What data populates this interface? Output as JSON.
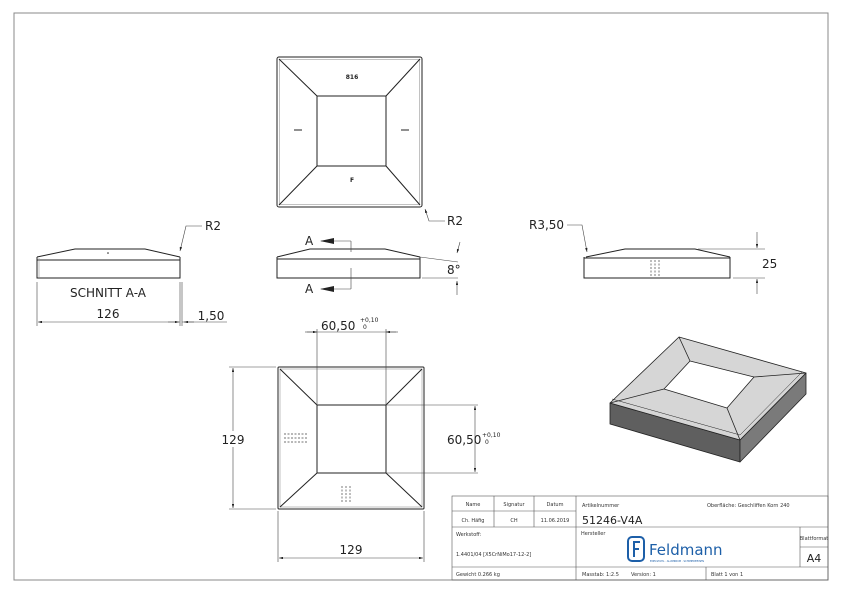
{
  "drawing": {
    "views": {
      "top_markings": {
        "code": "816",
        "letter": "F"
      },
      "section": {
        "label": "SCHNITT A-A",
        "width_dim": "126",
        "thickness_dim": "1,50",
        "radius": "R2"
      },
      "top_radius": "R2",
      "front": {
        "section_marker": "A",
        "angle": "8°"
      },
      "side": {
        "radius": "R3,50",
        "height_dim": "25"
      },
      "bottom": {
        "opening_width": "60,50",
        "opening_height": "60,50",
        "tol_upper": "+0,10",
        "tol_lower": "0",
        "outer_height": "129",
        "outer_width": "129"
      }
    }
  },
  "title_block": {
    "name_label": "Name",
    "signature_label": "Signatur",
    "date_label": "Datum",
    "name": "Ch. Häfig",
    "signature": "CH",
    "date": "11.06.2019",
    "article_label": "Artikelnummer",
    "article_number": "51246-V4A",
    "surface": "Oberfläche:  Geschliffen Korn 240",
    "material_label": "Werkstoff:",
    "material": "1.4401/04 [X5CrNiMo17-12-2]",
    "manufacturer_label": "Hersteller",
    "logo_text": "Feldmann",
    "logo_tagline": "EDELSTAHL · ALUMINIUM · SCHMIEDEEISEN",
    "sheet_format_label": "Blattformat",
    "sheet_format": "A4",
    "weight": "Gewicht 0.266 kg",
    "scale": "Masstab: 1:2.5",
    "version": "Version: 1",
    "sheet": "Blatt 1 von 1"
  },
  "colors": {
    "brand": "#1d5fa8",
    "shade_dark": "#5f5f5f",
    "shade_side": "#7a7a7a",
    "shade_top": "#d6d6d6"
  }
}
